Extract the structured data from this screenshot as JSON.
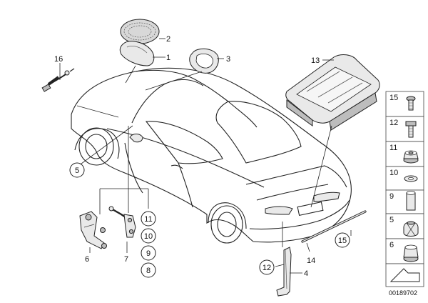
{
  "callouts": {
    "c1": "1",
    "c2": "2",
    "c3": "3",
    "c4": "4",
    "c5": "5",
    "c6": "6",
    "c7": "7",
    "c8": "8",
    "c9": "9",
    "c10": "10",
    "c11": "11",
    "c12": "12",
    "c13": "13",
    "c14": "14",
    "c15": "15",
    "c16": "16"
  },
  "side_panel": {
    "labels": [
      "15",
      "12",
      "11",
      "10",
      "9",
      "5",
      "6"
    ]
  },
  "footer": {
    "diagram_id": "00189702"
  }
}
